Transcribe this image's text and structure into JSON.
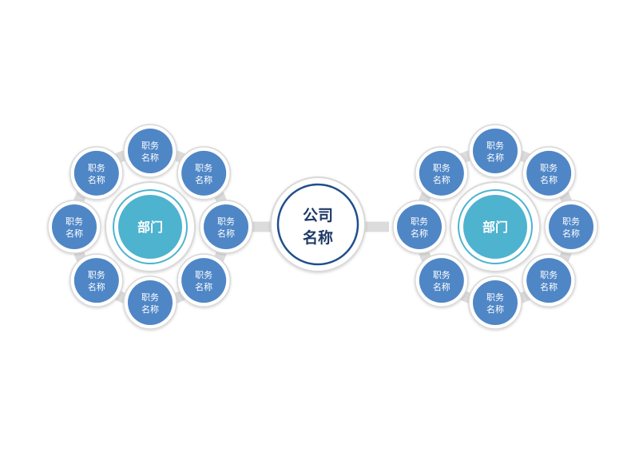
{
  "company": {
    "line1": "公司",
    "line2": "名称"
  },
  "departments": [
    {
      "label": "部门",
      "roles": [
        {
          "line1": "职务",
          "line2": "名称"
        },
        {
          "line1": "职务",
          "line2": "名称"
        },
        {
          "line1": "职务",
          "line2": "名称"
        },
        {
          "line1": "职务",
          "line2": "名称"
        },
        {
          "line1": "职务",
          "line2": "名称"
        },
        {
          "line1": "职务",
          "line2": "名称"
        },
        {
          "line1": "职务",
          "line2": "名称"
        },
        {
          "line1": "职务",
          "line2": "名称"
        }
      ]
    },
    {
      "label": "部门",
      "roles": [
        {
          "line1": "职务",
          "line2": "名称"
        },
        {
          "line1": "职务",
          "line2": "名称"
        },
        {
          "line1": "职务",
          "line2": "名称"
        },
        {
          "line1": "职务",
          "line2": "名称"
        },
        {
          "line1": "职务",
          "line2": "名称"
        },
        {
          "line1": "职务",
          "line2": "名称"
        },
        {
          "line1": "职务",
          "line2": "名称"
        },
        {
          "line1": "职务",
          "line2": "名称"
        }
      ]
    }
  ],
  "colors": {
    "role_fill": "#4f86c6",
    "dept_fill": "#4db3cf",
    "company_ring": "#1f4e8c",
    "company_text": "#1f3a66",
    "connector": "#dcdcdc",
    "halo_fill": "#ffffff",
    "halo_stroke": "#d9d9d9"
  }
}
